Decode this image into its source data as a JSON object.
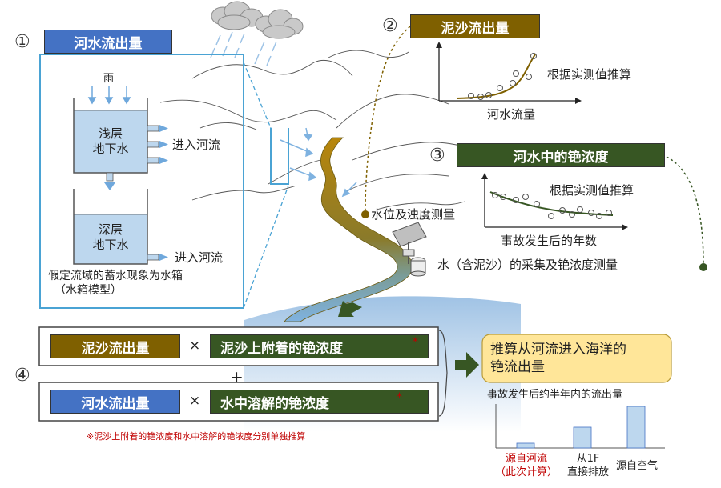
{
  "section1": {
    "num": "①",
    "title": "河水流出量",
    "rain": "雨",
    "shallow_line1": "浅层",
    "shallow_line2": "地下水",
    "to_river_1": "进入河流",
    "deep_line1": "深层",
    "deep_line2": "地下水",
    "to_river_2": "进入河流",
    "caption_line1": "假定流域的蓄水现象为水箱",
    "caption_line2": "（水箱模型）"
  },
  "section2": {
    "num": "②",
    "title": "泥沙流出量",
    "estimate": "根据实测值推算",
    "xlabel": "河水流量"
  },
  "section3": {
    "num": "③",
    "title": "河水中的铯浓度",
    "estimate": "根据实测值推算",
    "xlabel": "事故发生后的年数"
  },
  "labels": {
    "water_level": "水位及浊度测量",
    "sampling": "水（含泥沙）的采集及铯浓度测量"
  },
  "section4": {
    "num": "④",
    "sediment": "泥沙流出量",
    "times1": "×",
    "sediment_cs": "泥沙上附着的铯浓度",
    "plus": "＋",
    "river": "河水流出量",
    "times2": "×",
    "dissolved_cs": "水中溶解的铯浓度",
    "star": "*",
    "note": "※泥沙上附着的铯浓度和水中溶解的铯浓度分别单独推算"
  },
  "result": {
    "line1": "推算从河流进入海洋的",
    "line2": "铯流出量",
    "subtitle": "事故发生后约半年内的流出量",
    "bar1_line1": "源自河流",
    "bar1_line2": "（此次计算）",
    "bar2_line1": "从1F",
    "bar2_line2": "直接排放",
    "bar3": "源自空气"
  },
  "colors": {
    "blue": "#4472c4",
    "brown": "#7f6000",
    "green": "#375623",
    "tank": "#bdd7ee",
    "frame": "#4aa3d4",
    "result_box": "#ffe699",
    "red": "#c00000"
  }
}
